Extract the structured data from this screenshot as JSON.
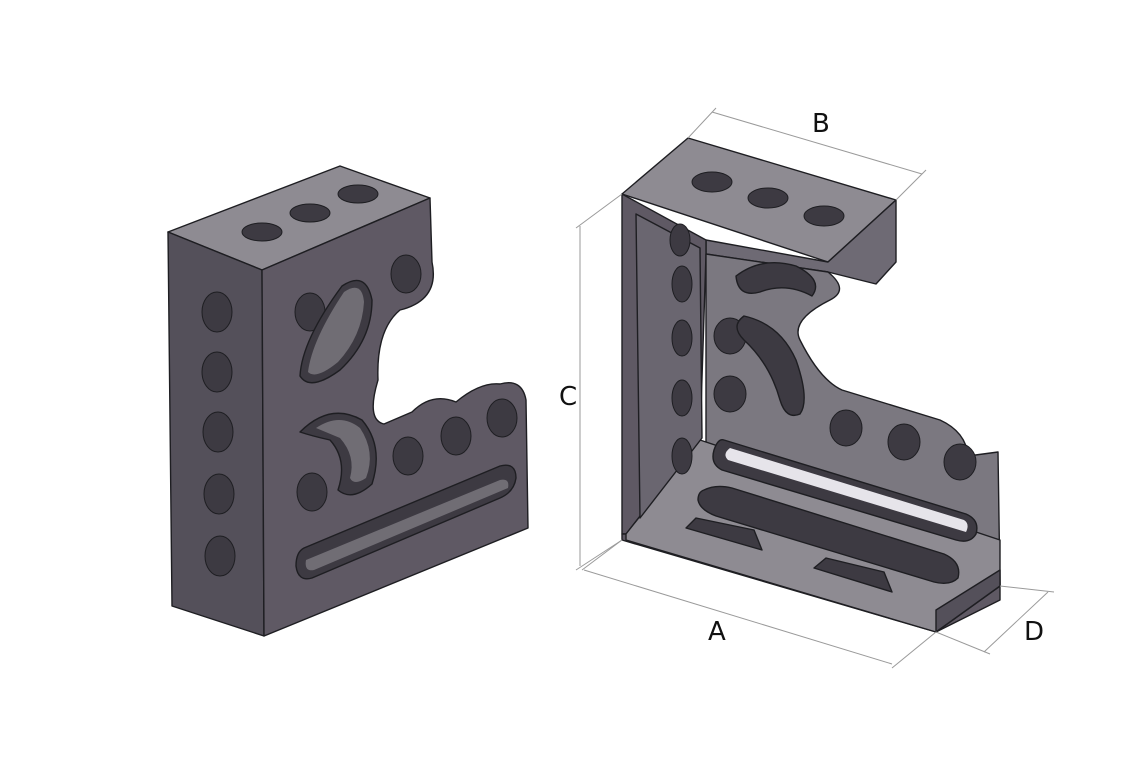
{
  "figure": {
    "dimension_labels": {
      "a": "A",
      "b": "B",
      "c": "C",
      "d": "D"
    },
    "colors": {
      "background": "#ffffff",
      "face_front": "#5f5964",
      "face_side": "#54505a",
      "face_top": "#8e8b92",
      "face_light": "#7b7880",
      "edge": "#1e1e22",
      "hole": "#3d3a42",
      "hole_inner": "#9a979e",
      "dimension_line": "#9a9a9a"
    }
  }
}
